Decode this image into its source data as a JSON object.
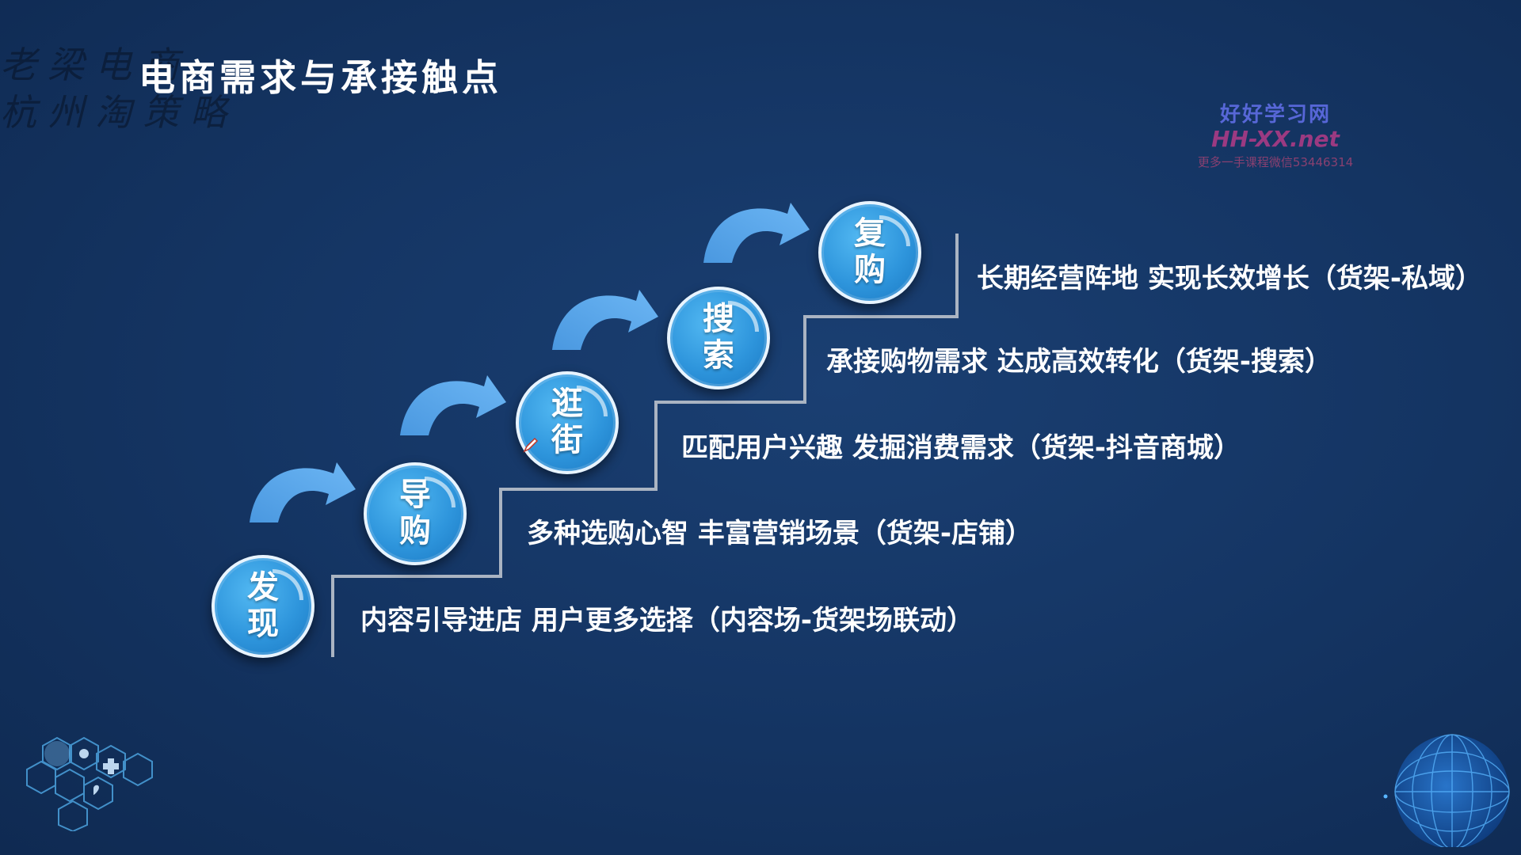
{
  "watermark_tl": {
    "line1": "老梁电商",
    "line2": "杭州淘策略"
  },
  "title": "电商需求与承接触点",
  "watermark_tr": {
    "line1": "好好学习网",
    "line2": "HH-XX.net",
    "line3": "更多一手课程微信53446314"
  },
  "steps": [
    {
      "label": "发\n现",
      "desc": "内容引导进店 用户更多选择（内容场-货架场联动）"
    },
    {
      "label": "导\n购",
      "desc": "多种选购心智  丰富营销场景（货架-店铺）"
    },
    {
      "label": "逛\n街",
      "desc": "匹配用户兴趣 发掘消费需求（货架-抖音商城）"
    },
    {
      "label": "搜\n索",
      "desc": "承接购物需求 达成高效转化（货架-搜索）"
    },
    {
      "label": "复\n购",
      "desc": "长期经营阵地 实现长效增长（货架-私域）"
    }
  ],
  "colors": {
    "background": "#153665",
    "circle": "#2e95dc",
    "arrow": "#5aa9ee",
    "stair_line": "#aab4c2"
  },
  "icons": {
    "cursor": "pen-cursor-icon",
    "decoration": "medical-hexagon-icons",
    "globe": "globe-icon"
  }
}
